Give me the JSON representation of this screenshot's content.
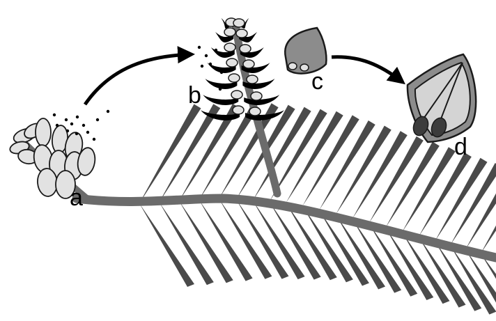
{
  "labels": {
    "a": "a",
    "b": "b",
    "c": "c",
    "d": "d"
  },
  "colors": {
    "background": "#ffffff",
    "stem": "#6b6b6b",
    "leaflet": "#4a4a4a",
    "spore_fill": "#e2e2e2",
    "outline": "#1a1a1a",
    "ovule_fill": "#8c8c8c",
    "seed_inner": "#d4d4d4",
    "embryo": "#3c3c3c",
    "arrow": "#000000"
  },
  "icons": {
    "arrow_1": "curved-arrow-right",
    "arrow_2": "curved-arrow-right"
  }
}
